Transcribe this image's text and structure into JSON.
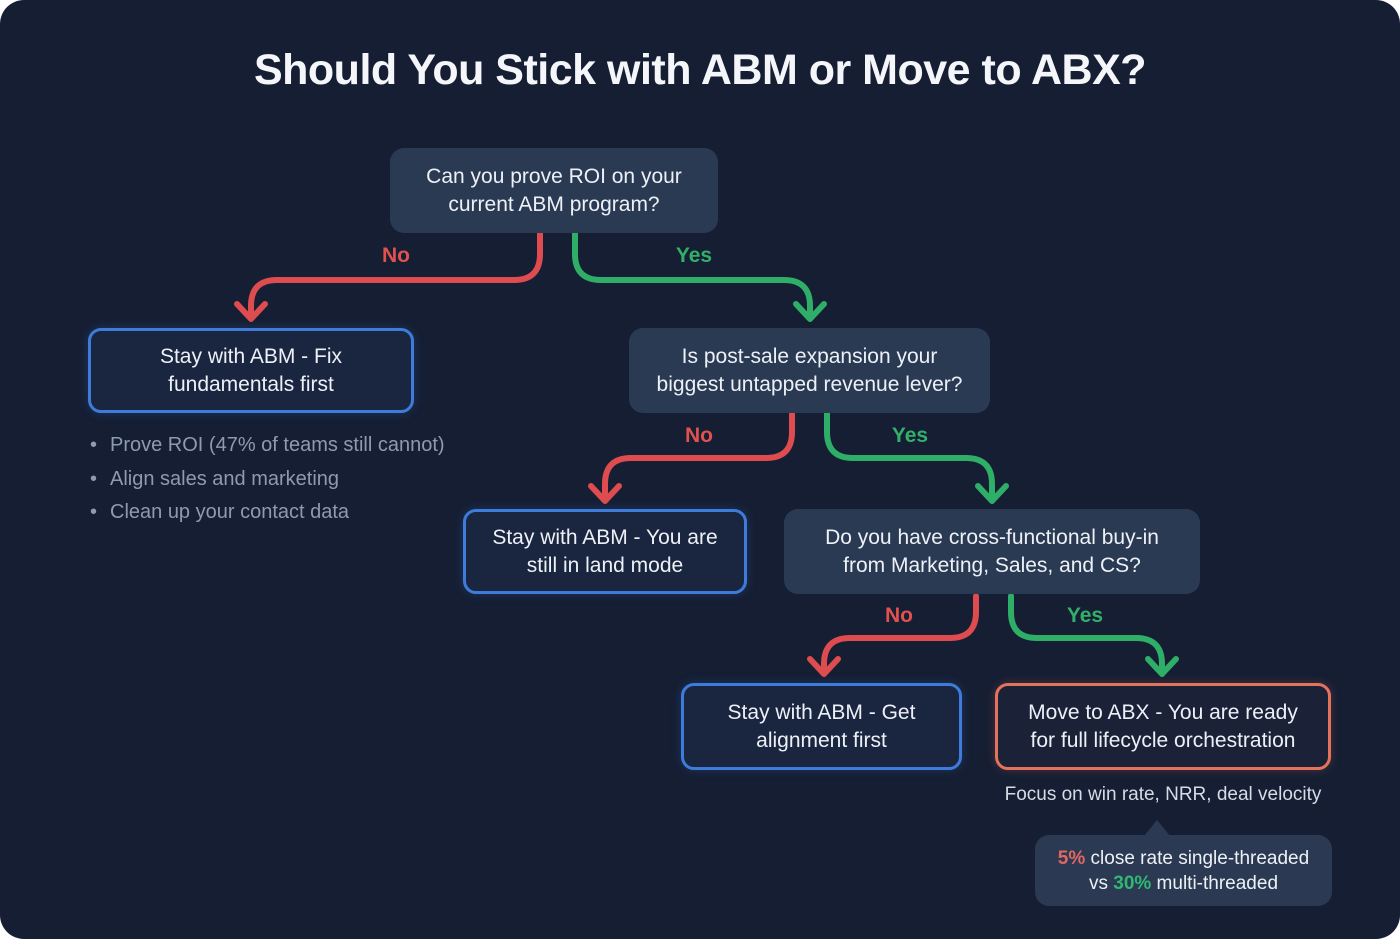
{
  "title": "Should You Stick with ABM or Move to ABX?",
  "labels": {
    "no": "No",
    "yes": "Yes"
  },
  "nodes": {
    "q_roi": "Can you prove ROI on your current ABM program?",
    "stay_fix": "Stay with ABM - Fix fundamentals first",
    "q_expansion": "Is post-sale expansion your biggest untapped revenue lever?",
    "stay_land": "Stay with ABM - You are still in land mode",
    "q_buyin": "Do you have cross-functional buy-in from Marketing, Sales, and CS?",
    "stay_align": "Stay with ABM - Get alignment first",
    "move_abx": "Move to ABX - You are ready for full lifecycle orchestration"
  },
  "checklist": [
    "Prove ROI (47% of teams still cannot)",
    "Align sales and marketing",
    "Clean up your contact data"
  ],
  "footnote": "Focus on win rate, NRR, deal velocity",
  "tooltip": {
    "stat_low": "5%",
    "rest1": " close rate single-threaded",
    "prefix2": "vs ",
    "stat_high": "30%",
    "rest2": " multi-threaded"
  },
  "colors": {
    "background": "#151E33",
    "question_box": "#2B3A53",
    "no_red": "#DE4C4F",
    "yes_green": "#2FAE68",
    "stay_border_blue": "#3E7CDB",
    "move_border_orange": "#E5735C",
    "stat_low_red": "#E06762",
    "stat_high_green": "#2FB873"
  }
}
